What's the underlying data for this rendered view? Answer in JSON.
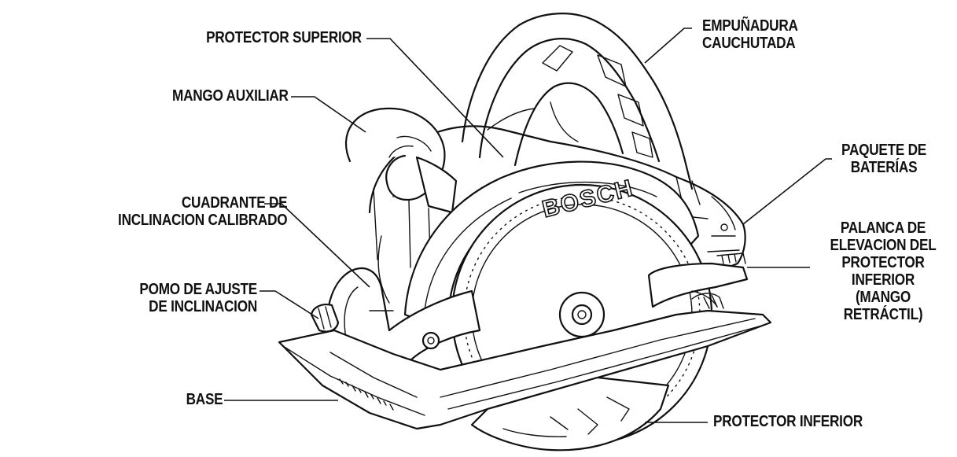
{
  "labels": {
    "protector_superior": [
      "PROTECTOR SUPERIOR"
    ],
    "mango_auxiliar": [
      "MANGO AUXILIAR"
    ],
    "cuadrante": [
      "CUADRANTE DE",
      "INCLINACION CALIBRADO"
    ],
    "pomo": [
      "POMO DE AJUSTE",
      "DE INCLINACION"
    ],
    "base": [
      "BASE"
    ],
    "empunadura": [
      "EMPUÑADURA",
      "CAUCHUTADA"
    ],
    "paquete": [
      "PAQUETE DE",
      "BATERÍAS"
    ],
    "palanca": [
      "PALANCA DE",
      "ELEVACION DEL",
      "PROTECTOR",
      "INFERIOR",
      "(MANGO",
      "RETRÁCTIL)"
    ],
    "protector_inferior": [
      "PROTECTOR INFERIOR"
    ]
  },
  "brand": "BOSCH"
}
